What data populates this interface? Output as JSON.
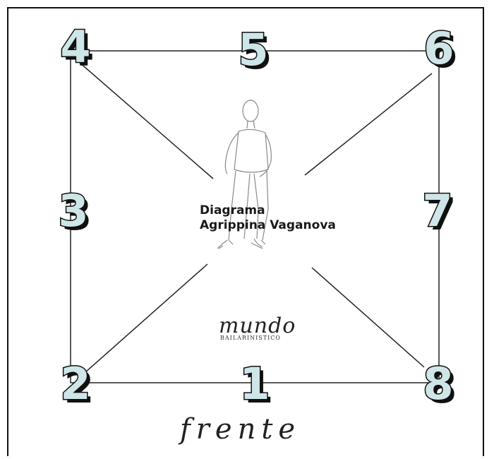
{
  "diagram": {
    "title_line1": "Diagrama",
    "title_line2": "Agrippina Vaganova",
    "brand_name": "mundo",
    "brand_sub": "BAILARINISTICO",
    "bottom_label": "frente",
    "points": [
      "1",
      "2",
      "3",
      "4",
      "5",
      "6",
      "7",
      "8"
    ],
    "colors": {
      "number_fill": "#cfe6e8",
      "number_stroke": "#111111",
      "line": "#222222"
    }
  }
}
